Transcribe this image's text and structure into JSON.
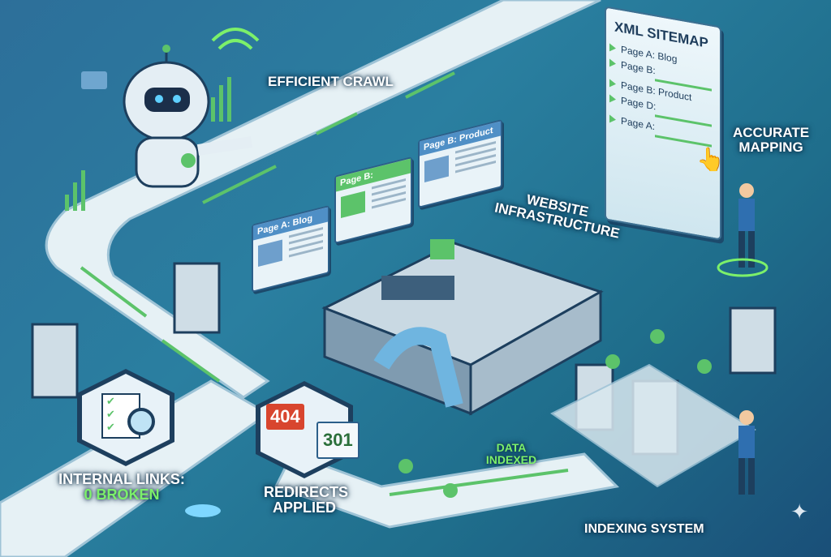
{
  "labels": {
    "efficient_crawl": "Efficient Crawl",
    "website_infrastructure": "Website Infrastructure",
    "accurate_mapping": "Accurate Mapping",
    "internal_links_line1": "Internal Links:",
    "internal_links_line2": "0 Broken",
    "redirects_applied": "Redirects Applied",
    "data_indexed": "Data Indexed",
    "indexing_system": "Indexing System"
  },
  "page_cards": [
    {
      "title": "Page A: Blog"
    },
    {
      "title": "Page B:"
    },
    {
      "title": "Page B: Product"
    }
  ],
  "sitemap": {
    "title": "XML SITEMAP",
    "entries": [
      "Page A: Blog",
      "Page B:",
      "Page B: Product",
      "Page D:",
      "Page A:"
    ]
  },
  "redirect": {
    "from": "404",
    "to": "301"
  },
  "colors": {
    "accent_green": "#5cc36a",
    "path": "#e6f1f5",
    "dark": "#1d3f5e"
  }
}
